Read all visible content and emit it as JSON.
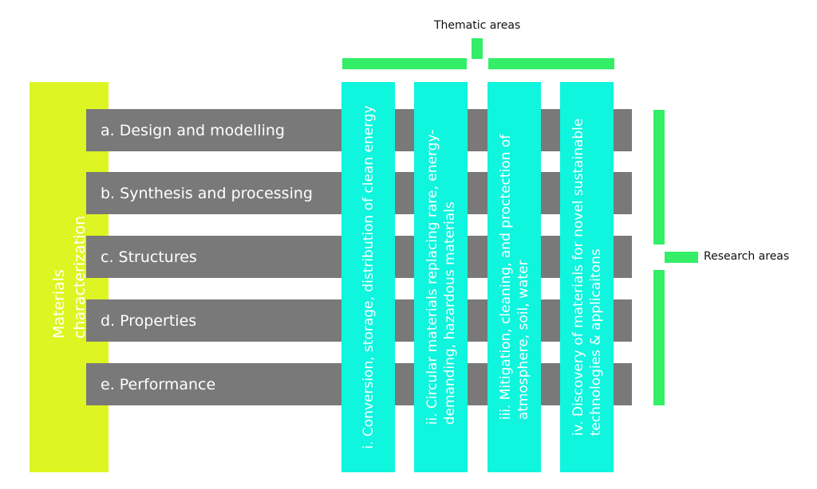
{
  "thematic_label": "Thematic areas",
  "research_label": "Research areas",
  "characterization": {
    "line1": "Materials",
    "line2": "characterization"
  },
  "research_areas": [
    {
      "label": "a. Design and modelling"
    },
    {
      "label": "b. Synthesis and processing"
    },
    {
      "label": "c. Structures"
    },
    {
      "label": "d. Properties"
    },
    {
      "label": "e. Performance"
    }
  ],
  "thematic_areas": [
    {
      "line1": "i. Conversion, storage, distribution of clean energy",
      "line2": ""
    },
    {
      "line1": "ii. Circular materials replacing rare, energy-",
      "line2": "demanding, hazardous materials"
    },
    {
      "line1": "iii. Mitigation, cleaning, and proctection of",
      "line2": "atmosphere, soil, water"
    },
    {
      "line1": "iv. Discovery of materials for novel sustainable",
      "line2": "technologies & applicaitons"
    }
  ],
  "colors": {
    "bracket_green": "#33ee66",
    "characterization_yellow": "#ddf522",
    "thematic_cyan": "#0ff5de",
    "research_gray": "#797979"
  }
}
